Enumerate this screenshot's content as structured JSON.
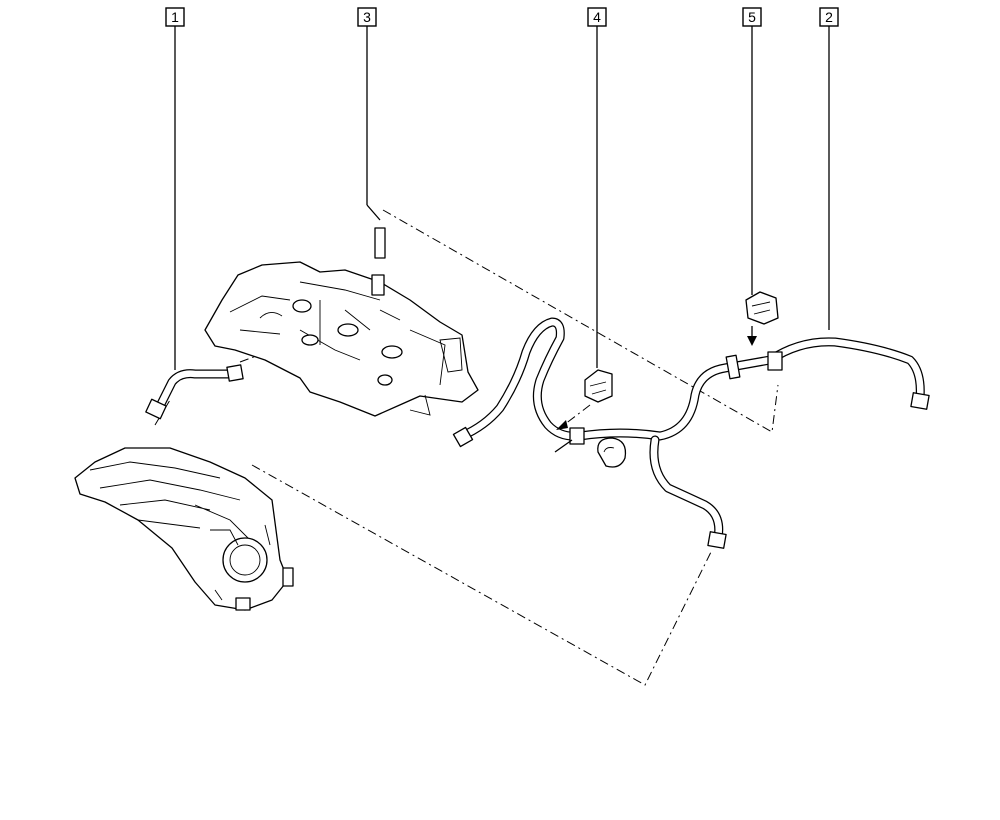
{
  "callouts": [
    {
      "id": "1",
      "label": "1"
    },
    {
      "id": "3",
      "label": "3"
    },
    {
      "id": "4",
      "label": "4"
    },
    {
      "id": "5",
      "label": "5"
    },
    {
      "id": "2",
      "label": "2"
    }
  ]
}
